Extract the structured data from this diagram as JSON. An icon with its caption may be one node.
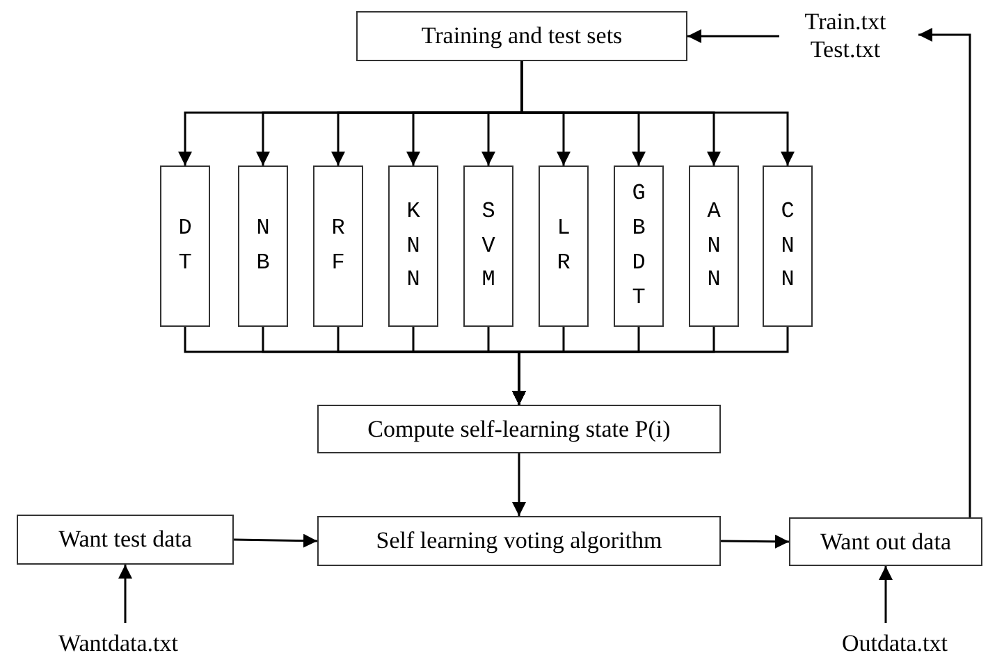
{
  "diagram": {
    "nodes": [
      {
        "text": [
          "Training and test sets"
        ]
      },
      {
        "text": [
          "Train.txt Test.txt"
        ]
      },
      {
        "text": [
          "DT"
        ]
      },
      {
        "text": [
          "NB"
        ]
      },
      {
        "text": [
          "RF"
        ]
      },
      {
        "text": [
          "KNN"
        ]
      },
      {
        "text": [
          "SVM"
        ]
      },
      {
        "text": [
          "LR"
        ]
      },
      {
        "text": [
          "GBDT"
        ]
      },
      {
        "text": [
          "ANN"
        ]
      },
      {
        "text": [
          "CNN"
        ]
      },
      {
        "text": [
          "Compute self-learning state P(i)"
        ]
      },
      {
        "text": [
          "Want test data"
        ]
      },
      {
        "text": [
          "Self learning voting algorithm"
        ]
      },
      {
        "text": [
          "Want out data"
        ]
      },
      {
        "text": [
          "Wantdata.txt"
        ]
      },
      {
        "text": [
          "Outdata.txt"
        ]
      }
    ],
    "edges": [
      {
        "from": 1,
        "to": 0,
        "arrow": "to"
      },
      {
        "from": 0,
        "to": 2,
        "arrow": "to"
      },
      {
        "from": 0,
        "to": 3,
        "arrow": "to"
      },
      {
        "from": 0,
        "to": 4,
        "arrow": "to"
      },
      {
        "from": 0,
        "to": 5,
        "arrow": "to"
      },
      {
        "from": 0,
        "to": 6,
        "arrow": "to"
      },
      {
        "from": 0,
        "to": 7,
        "arrow": "to"
      },
      {
        "from": 0,
        "to": 8,
        "arrow": "to"
      },
      {
        "from": 0,
        "to": 9,
        "arrow": "to"
      },
      {
        "from": 0,
        "to": 10,
        "arrow": "to"
      },
      {
        "from": 2,
        "to": 11,
        "arrow": "to"
      },
      {
        "from": 3,
        "to": 11,
        "arrow": "to"
      },
      {
        "from": 4,
        "to": 11,
        "arrow": "to"
      },
      {
        "from": 5,
        "to": 11,
        "arrow": "to"
      },
      {
        "from": 6,
        "to": 11,
        "arrow": "to"
      },
      {
        "from": 7,
        "to": 11,
        "arrow": "to"
      },
      {
        "from": 8,
        "to": 11,
        "arrow": "to"
      },
      {
        "from": 9,
        "to": 11,
        "arrow": "to"
      },
      {
        "from": 10,
        "to": 11,
        "arrow": "to"
      },
      {
        "from": 11,
        "to": 13,
        "arrow": "to"
      },
      {
        "from": 12,
        "to": 13,
        "arrow": "to"
      },
      {
        "from": 13,
        "to": 14,
        "arrow": "to"
      },
      {
        "from": 15,
        "to": 12,
        "arrow": "to"
      },
      {
        "from": 16,
        "to": 14,
        "arrow": "to"
      },
      {
        "from": 14,
        "to": 1,
        "arrow": "to"
      }
    ]
  }
}
